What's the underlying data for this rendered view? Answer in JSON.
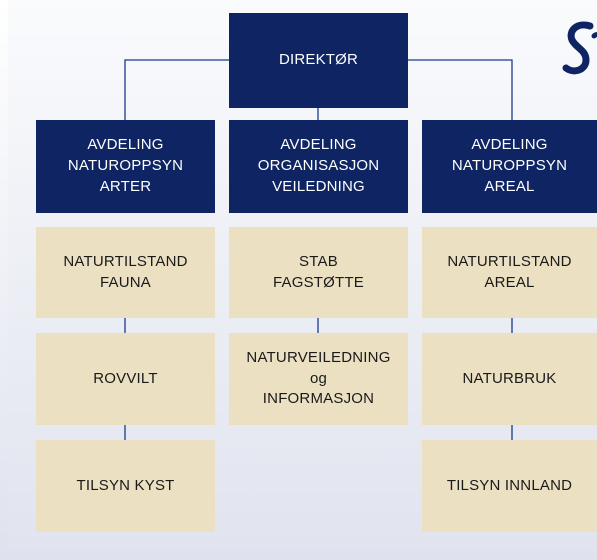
{
  "org_chart": {
    "director": "DIREKTØR",
    "departments": [
      {
        "title": "AVDELING\nNATUROPPSYN\nARTER",
        "units": [
          "NATURTILSTAND\nFAUNA",
          "ROVVILT",
          "TILSYN KYST"
        ]
      },
      {
        "title": "AVDELING\nORGANISASJON\nVEILEDNING",
        "units": [
          "STAB\nFAGSTØTTE",
          "NATURVEILEDNING\nog\nINFORMASJON"
        ]
      },
      {
        "title": "AVDELING\nNATUROPPSYN\nAREAL",
        "units": [
          "NATURTILSTAND\nAREAL",
          "NATURBRUK",
          "TILSYN INNLAND"
        ]
      }
    ]
  },
  "colors": {
    "navy": "#0e2463",
    "beige": "#ebe0c2",
    "connector": "#1b3a8a"
  },
  "logo_icon": "partial-script-logo-icon"
}
